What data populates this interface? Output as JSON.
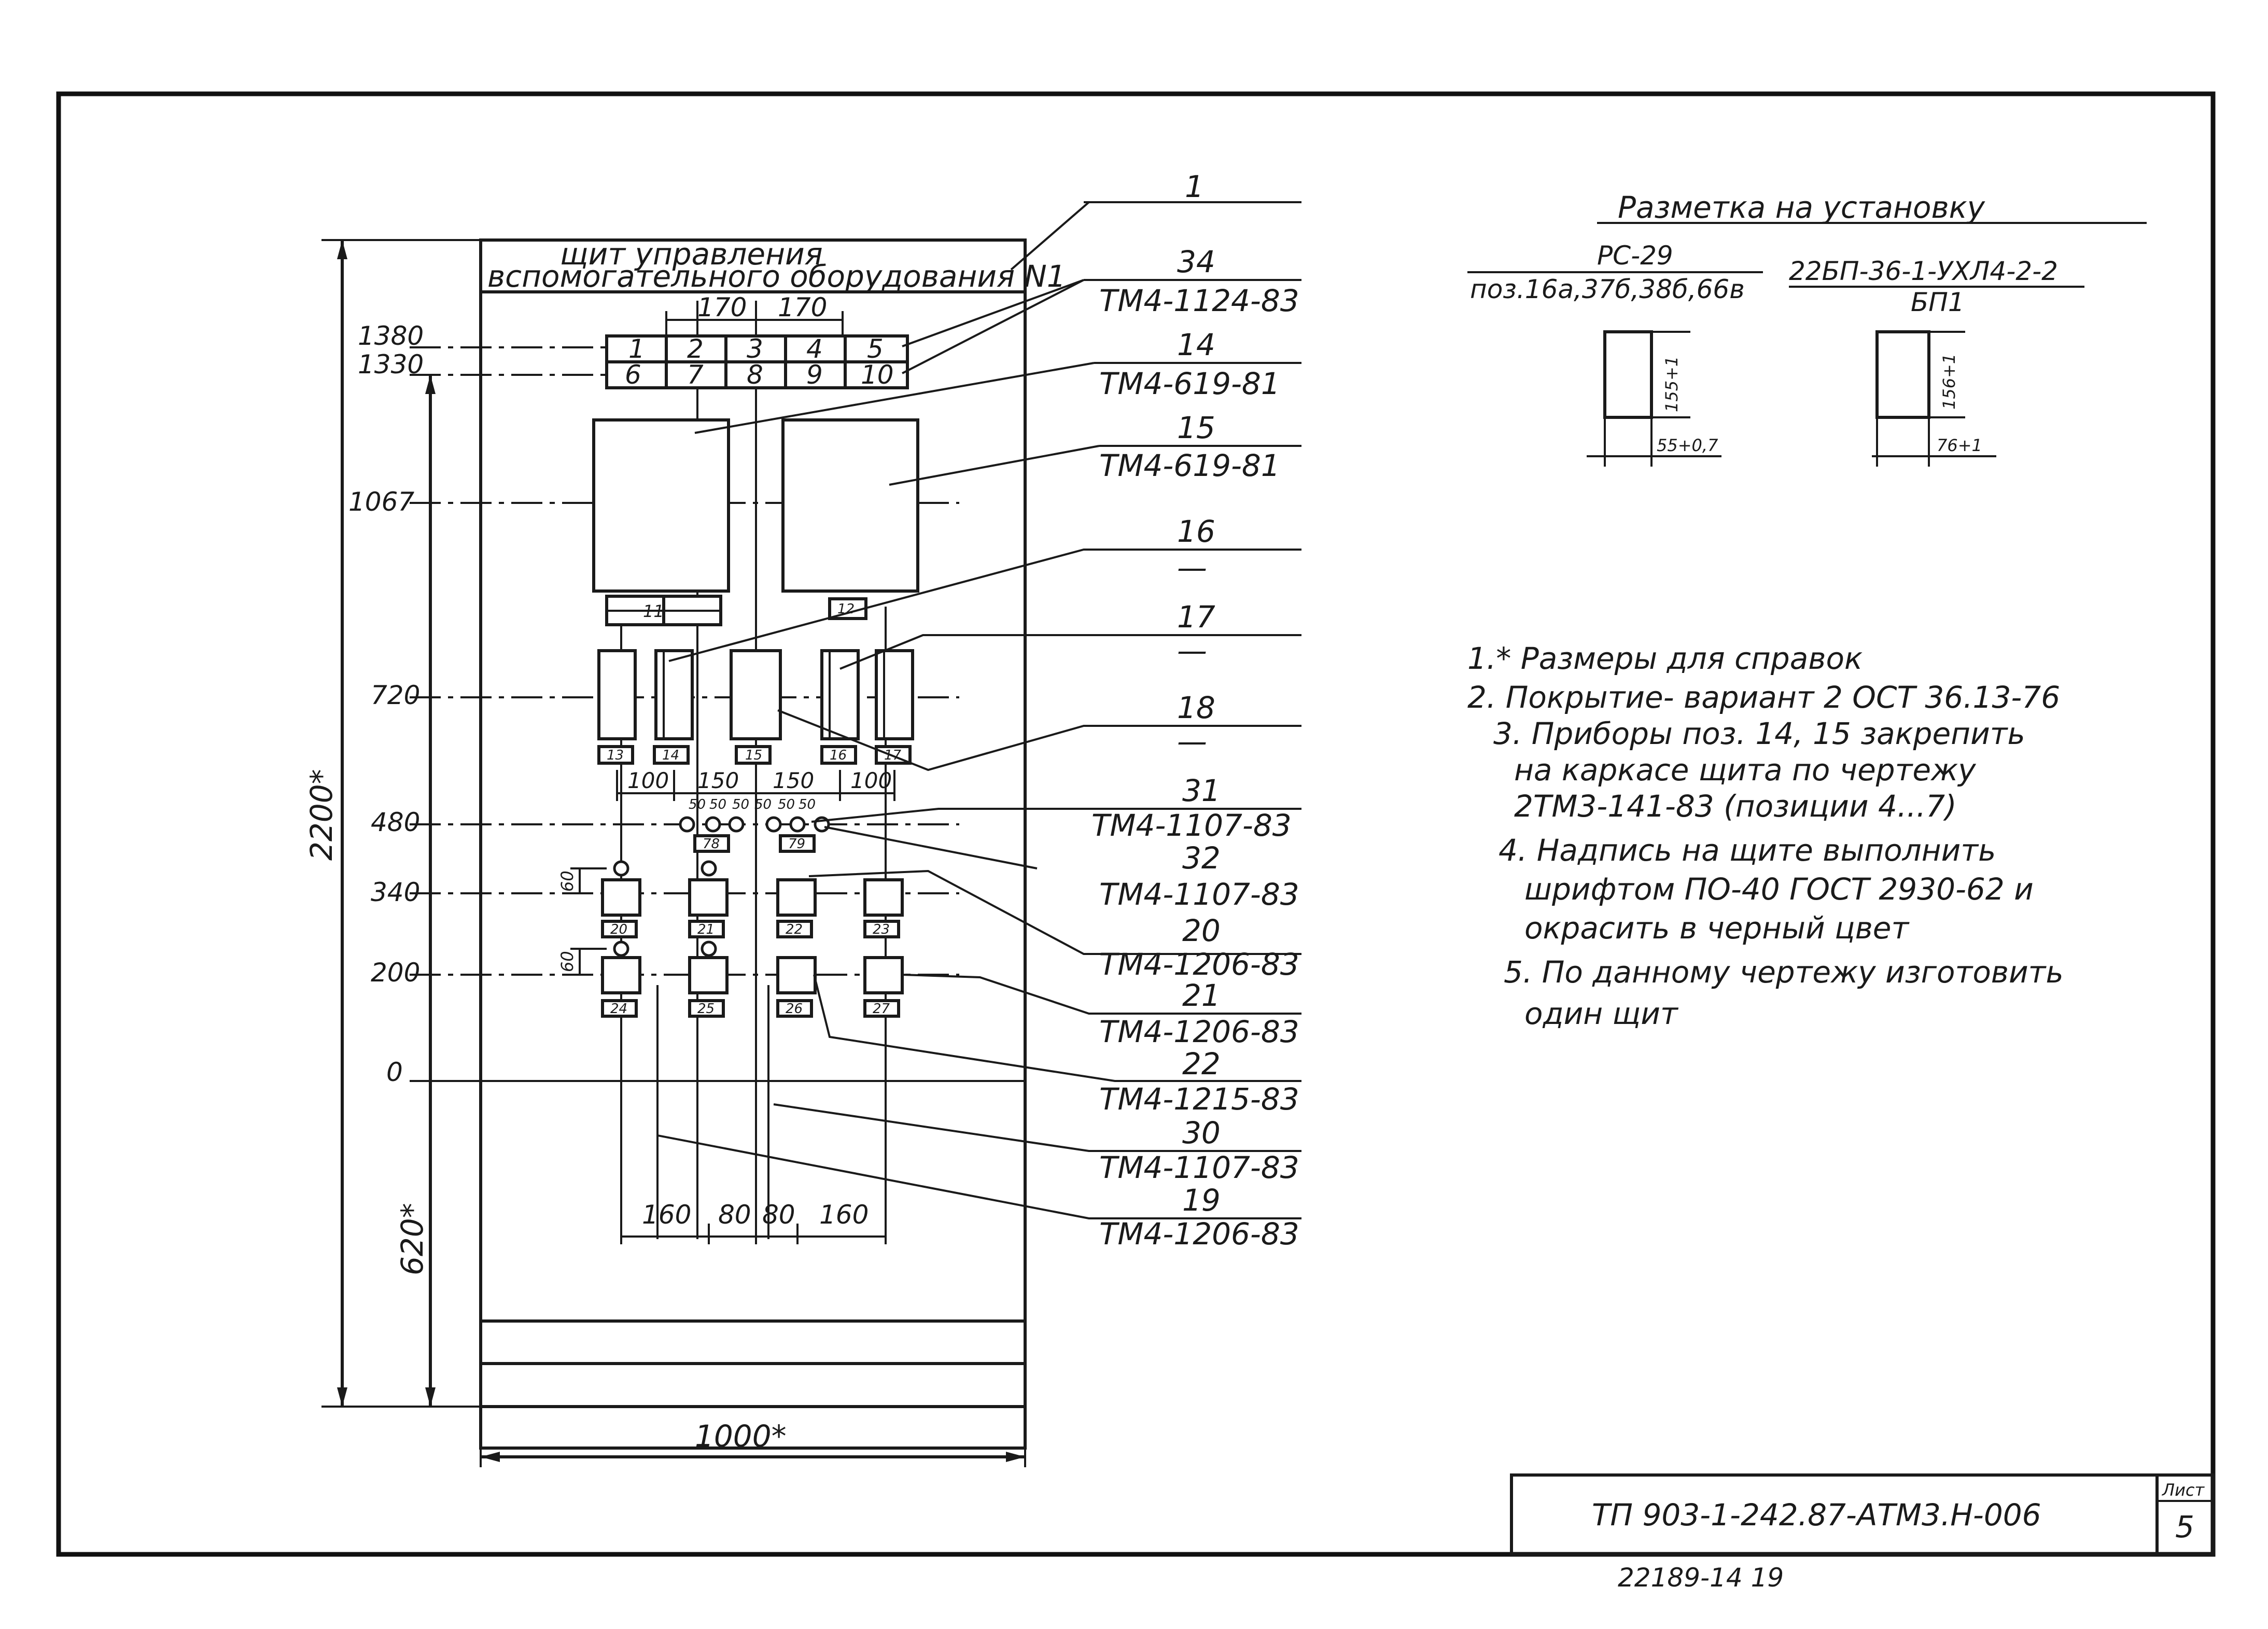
{
  "panel": {
    "title_line1": "щит управления",
    "title_line2": "вспомогательного оборудования N1",
    "cells_top": [
      "1",
      "2",
      "3",
      "4",
      "5"
    ],
    "cells_bottom": [
      "6",
      "7",
      "8",
      "9",
      "10"
    ],
    "tags_under_instruments": [
      "11",
      "12"
    ],
    "tags_row_720": [
      "13",
      "14",
      "15",
      "16",
      "17"
    ],
    "tags_row_480": [
      "78",
      "79"
    ],
    "tags_row_340": [
      "20",
      "21",
      "22",
      "23"
    ],
    "tags_row_200": [
      "24",
      "25",
      "26",
      "27"
    ]
  },
  "levels": {
    "l1380": "1380",
    "l1330": "1330",
    "l1067": "1067",
    "l720": "720",
    "l480": "480",
    "l340": "340",
    "l200": "200",
    "l0": "0"
  },
  "dims": {
    "total_height": "2200*",
    "lower_height": "620*",
    "width": "1000*",
    "top_w1": "170",
    "top_w2": "170",
    "mid_100a": "100",
    "mid_150a": "150",
    "mid_150b": "150",
    "mid_100b": "100",
    "small_50": [
      "50",
      "50",
      "50",
      "50",
      "50",
      "50"
    ],
    "v60a": "60",
    "v60b": "60",
    "bot_160a": "160",
    "bot_80a": "80",
    "bot_80b": "80",
    "bot_160b": "160"
  },
  "callouts": [
    {
      "pos": "1",
      "doc": ""
    },
    {
      "pos": "34",
      "doc": "ТМ4-1124-83"
    },
    {
      "pos": "14",
      "doc": "ТМ4-619-81"
    },
    {
      "pos": "15",
      "doc": "ТМ4-619-81"
    },
    {
      "pos": "16",
      "doc": "—"
    },
    {
      "pos": "17",
      "doc": "—"
    },
    {
      "pos": "18",
      "doc": "—"
    },
    {
      "pos": "31",
      "doc": "ТМ4-1107-83"
    },
    {
      "pos": "32",
      "doc": "ТМ4-1107-83"
    },
    {
      "pos": "20",
      "doc": "ТМ4-1206-83"
    },
    {
      "pos": "21",
      "doc": "ТМ4-1206-83"
    },
    {
      "pos": "22",
      "doc": "ТМ4-1215-83"
    },
    {
      "pos": "30",
      "doc": "ТМ4-1107-83"
    },
    {
      "pos": "19",
      "doc": "ТМ4-1206-83"
    }
  ],
  "marking": {
    "heading": "Разметка на установку",
    "left_top": "РС-29",
    "left_bottom": "поз.16а,37б,38б,66в",
    "left_h": "155+1",
    "left_w": "55+0,7",
    "right_top": "22БП-36-1-УХЛ4-2-2",
    "right_bottom": "БП1",
    "right_h": "156+1",
    "right_w": "76+1"
  },
  "notes": [
    "1.* Размеры для справок",
    "2. Покрытие- вариант 2 ОСТ 36.13-76",
    "3. Приборы поз. 14, 15 закрепить",
    "на каркасе щита по чертежу",
    "2ТМ3-141-83 (позиции 4...7)",
    "4. Надпись на щите выполнить",
    "шрифтом ПО-40 ГОСТ 2930-62 и",
    "окрасить в черный цвет",
    "5. По данному чертежу изготовить",
    "один щит"
  ],
  "title_block": {
    "code": "ТП 903-1-242.87-АТМ3.Н-006",
    "sheet_label": "Лист",
    "sheet_no": "5"
  },
  "footer": "22189-14   19"
}
